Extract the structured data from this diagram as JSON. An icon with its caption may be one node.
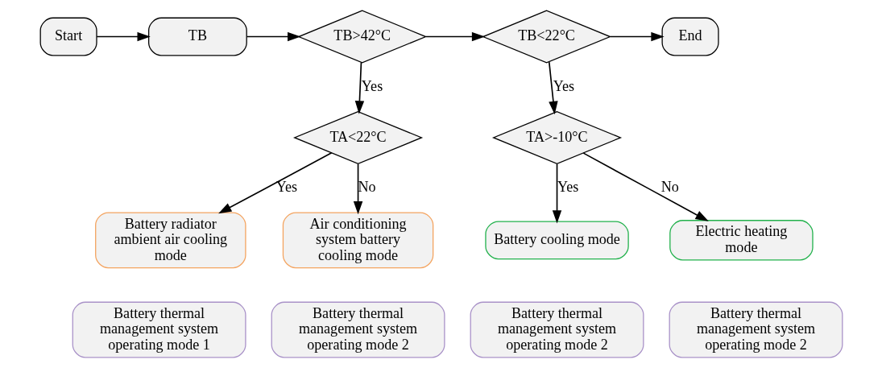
{
  "diagram": {
    "nodes": [
      {
        "text": [
          "Start"
        ]
      },
      {
        "text": [
          "TB"
        ]
      },
      {
        "text": [
          "TB>42°C"
        ]
      },
      {
        "text": [
          "TB<22°C"
        ]
      },
      {
        "text": [
          "End"
        ]
      },
      {
        "text": [
          "TA<22°C"
        ]
      },
      {
        "text": [
          "TA>-10°C"
        ]
      },
      {
        "text": [
          "Battery radiator ambient air cooling mode"
        ]
      },
      {
        "text": [
          "Air conditioning system battery cooling mode"
        ]
      },
      {
        "text": [
          "Battery cooling mode"
        ]
      },
      {
        "text": [
          "Electric heating mode"
        ]
      },
      {
        "text": [
          "Battery thermal management system operating mode 1"
        ]
      },
      {
        "text": [
          "Battery thermal management system operating mode 2"
        ]
      },
      {
        "text": [
          "Battery thermal management system operating mode 2"
        ]
      },
      {
        "text": [
          "Battery thermal management system operating mode 2"
        ]
      }
    ],
    "edges": [
      {
        "from": 0,
        "to": 1,
        "arrow": "to"
      },
      {
        "from": 1,
        "to": 2,
        "arrow": "to"
      },
      {
        "from": 2,
        "to": 3,
        "arrow": "to"
      },
      {
        "from": 3,
        "to": 4,
        "arrow": "to"
      },
      {
        "from": 2,
        "to": 5,
        "arrow": "to",
        "label": "Yes"
      },
      {
        "from": 3,
        "to": 6,
        "arrow": "to",
        "label": "Yes"
      },
      {
        "from": 5,
        "to": 7,
        "arrow": "to",
        "label": "Yes"
      },
      {
        "from": 5,
        "to": 8,
        "arrow": "to",
        "label": "No"
      },
      {
        "from": 6,
        "to": 9,
        "arrow": "to",
        "label": "Yes"
      },
      {
        "from": 6,
        "to": 10,
        "arrow": "to",
        "label": "No"
      }
    ]
  }
}
